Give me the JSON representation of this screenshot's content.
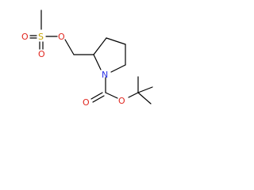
{
  "atoms": [
    {
      "id": "o_sulfonyl_top",
      "label": "O",
      "color": "#e0261f"
    },
    {
      "id": "sulfur",
      "label": "S",
      "color": "#c6a400"
    },
    {
      "id": "o_ester_link",
      "label": "O",
      "color": "#e0261f"
    },
    {
      "id": "o_sulfonyl_bottom",
      "label": "O",
      "color": "#e0261f"
    },
    {
      "id": "nitrogen",
      "label": "N",
      "color": "#2b31e6"
    },
    {
      "id": "o_carbonyl",
      "label": "O",
      "color": "#e0261f"
    },
    {
      "id": "o_tbutyl_link",
      "label": "O",
      "color": "#e0261f"
    }
  ],
  "bond_color": "#000000"
}
